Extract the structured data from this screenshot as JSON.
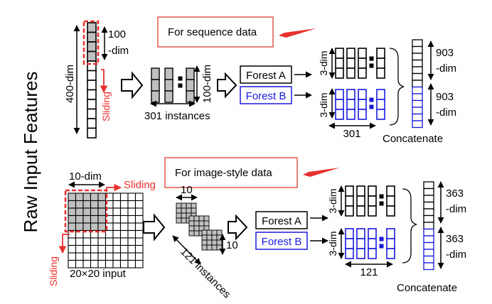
{
  "side_label": "Raw Input Features",
  "sequence": {
    "callout": "For sequence data",
    "input_dim": "400-dim",
    "window_dim_line1": "100",
    "window_dim_line2": "-dim",
    "sliding": "Sliding",
    "instances_dim": "100-dim",
    "instances": "301 instances",
    "forest_a": "Forest A",
    "forest_b": "Forest B",
    "class_dim_a": "3-dim",
    "class_dim_b": "3-dim",
    "count": "301",
    "out_a_line1": "903",
    "out_a_line2": "-dim",
    "out_b_line1": "903",
    "out_b_line2": "-dim",
    "concatenate": "Concatenate"
  },
  "image": {
    "callout": "For image-style data",
    "window_dim": "10-dim",
    "sliding_right": "Sliding",
    "sliding_down": "Sliding",
    "input_label": "20×20 input",
    "patch_w": "10",
    "patch_h": "10",
    "instances": "121 instances",
    "forest_a": "Forest A",
    "forest_b": "Forest B",
    "class_dim_a": "3-dim",
    "class_dim_b": "3-dim",
    "count": "121",
    "out_a_line1": "363",
    "out_a_line2": "-dim",
    "out_b_line1": "363",
    "out_b_line2": "-dim",
    "concatenate": "Concatenate"
  },
  "colors": {
    "accent_red": "#e8312f",
    "forest_b_blue": "#1a1adc",
    "cell_gray": "#c0c0c0"
  }
}
